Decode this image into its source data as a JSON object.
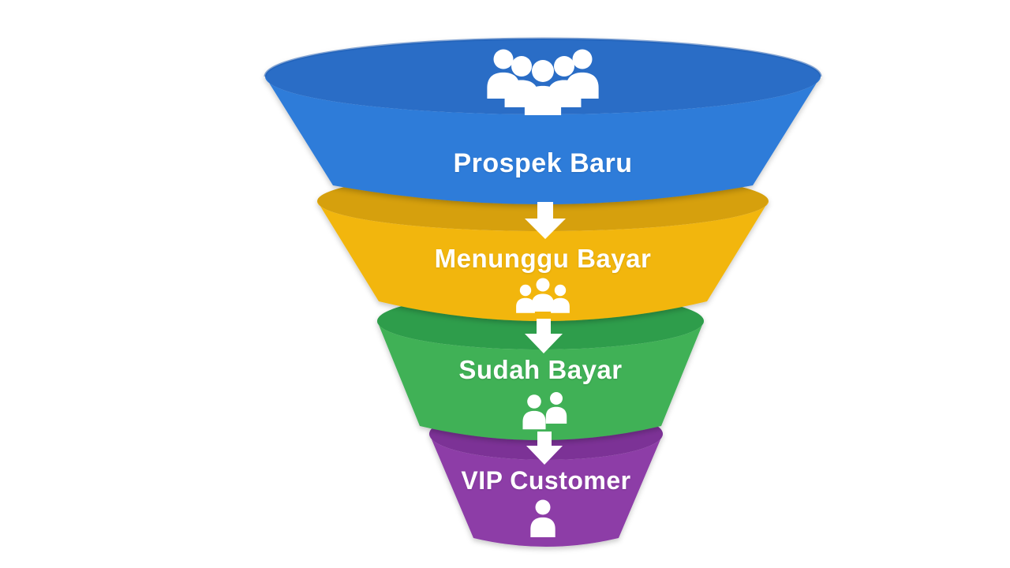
{
  "page": {
    "background": "#ffffff"
  },
  "funnel": {
    "type": "funnel",
    "stages": [
      {
        "label": "Prospek Baru",
        "body_color": "#2e7bd9",
        "rim_color": "#2a6dc6",
        "rim_edge_color": "#1e5cb3",
        "icon": "users-group-5-icon"
      },
      {
        "label": "Menunggu Bayar",
        "body_color": "#f2b60b",
        "rim_color": "#d6a00c",
        "icon": "users-group-3-icon"
      },
      {
        "label": "Sudah Bayar",
        "body_color": "#41b157",
        "rim_color": "#2f9d4b",
        "icon": "users-group-2-icon"
      },
      {
        "label": "VIP Customer",
        "body_color": "#8d3ea7",
        "rim_color": "#7b3396",
        "icon": "user-single-icon"
      }
    ],
    "arrow_color": "#ffffff",
    "icon_color": "#ffffff",
    "text_color": "#ffffff"
  }
}
